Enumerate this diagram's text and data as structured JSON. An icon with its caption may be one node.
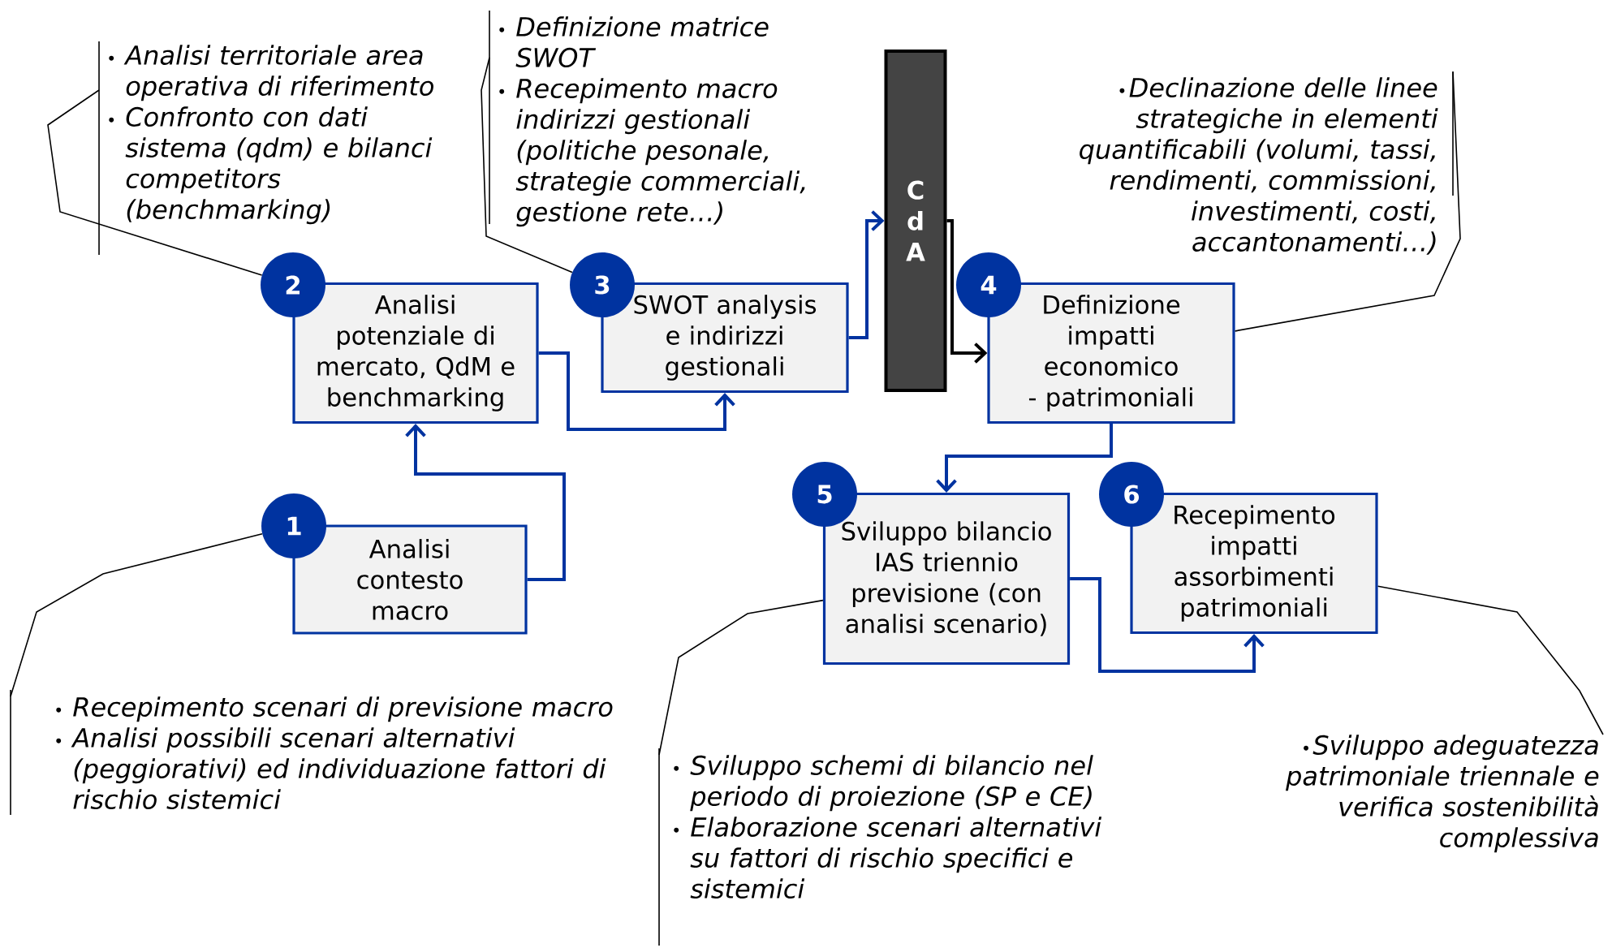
{
  "diagram": {
    "nodes": [
      {
        "text": [
          "Analisi territoriale area operativa di riferimento",
          "Confronto con dati sistema (qdm) e bilanci competitors (benchmarking)"
        ]
      },
      {
        "text": [
          "Definizione matrice SWOT",
          "Recepimento macro indirizzi gestionali (politiche pesonale, strategie commerciali, gestione rete…)"
        ]
      },
      {
        "text": [
          "C d A"
        ]
      },
      {
        "text": [
          "Declinazione delle linee strategiche in elementi quantificabili (volumi, tassi, rendimenti, commissioni, investimenti, costi, accantonamenti…)"
        ]
      },
      {
        "text": [
          "2"
        ]
      },
      {
        "text": [
          "Analisi potenziale di mercato, QdM e benchmarking"
        ]
      },
      {
        "text": [
          "3"
        ]
      },
      {
        "text": [
          "SWOT analysis e indirizzi gestionali"
        ]
      },
      {
        "text": [
          "4"
        ]
      },
      {
        "text": [
          "Definizione impatti economico - patrimoniali"
        ]
      },
      {
        "text": [
          "1"
        ]
      },
      {
        "text": [
          "Analisi contesto macro"
        ]
      },
      {
        "text": [
          "5"
        ]
      },
      {
        "text": [
          "Sviluppo bilancio IAS triennio previsione (con analisi scenario)"
        ]
      },
      {
        "text": [
          "6"
        ]
      },
      {
        "text": [
          "Recepimento impatti assorbimenti patrimoniali"
        ]
      },
      {
        "text": [
          "Recepimento scenari di previsione macro",
          "Analisi possibili scenari alternativi (peggiorativi) ed individuazione fattori di rischio sistemici"
        ]
      },
      {
        "text": [
          "Sviluppo schemi di bilancio nel periodo di proiezione (SP e CE)",
          "Elaborazione scenari alternativi su fattori di rischio specifici e sistemici"
        ]
      },
      {
        "text": [
          "Sviluppo adeguatezza patrimoniale triennale e verifica sostenibilità complessiva"
        ]
      }
    ],
    "edges": [
      {
        "from": 11,
        "to": 5,
        "arrow": "to",
        "color": "#0033a0"
      },
      {
        "from": 5,
        "to": 7,
        "arrow": "to",
        "color": "#0033a0"
      },
      {
        "from": 7,
        "to": 2,
        "arrow": "to",
        "color": "#0033a0"
      },
      {
        "from": 2,
        "to": 9,
        "arrow": "to"
      },
      {
        "from": 9,
        "to": 13,
        "arrow": "to",
        "color": "#0033a0"
      },
      {
        "from": 13,
        "to": 15,
        "arrow": "to",
        "color": "#0033a0"
      },
      {
        "from": 0,
        "to": 4,
        "arrow": "none"
      },
      {
        "from": 1,
        "to": 6,
        "arrow": "none"
      },
      {
        "from": 3,
        "to": 9,
        "arrow": "none"
      },
      {
        "from": 16,
        "to": 10,
        "arrow": "none"
      },
      {
        "from": 17,
        "to": 13,
        "arrow": "none"
      },
      {
        "from": 18,
        "to": 15,
        "arrow": "none"
      }
    ]
  }
}
